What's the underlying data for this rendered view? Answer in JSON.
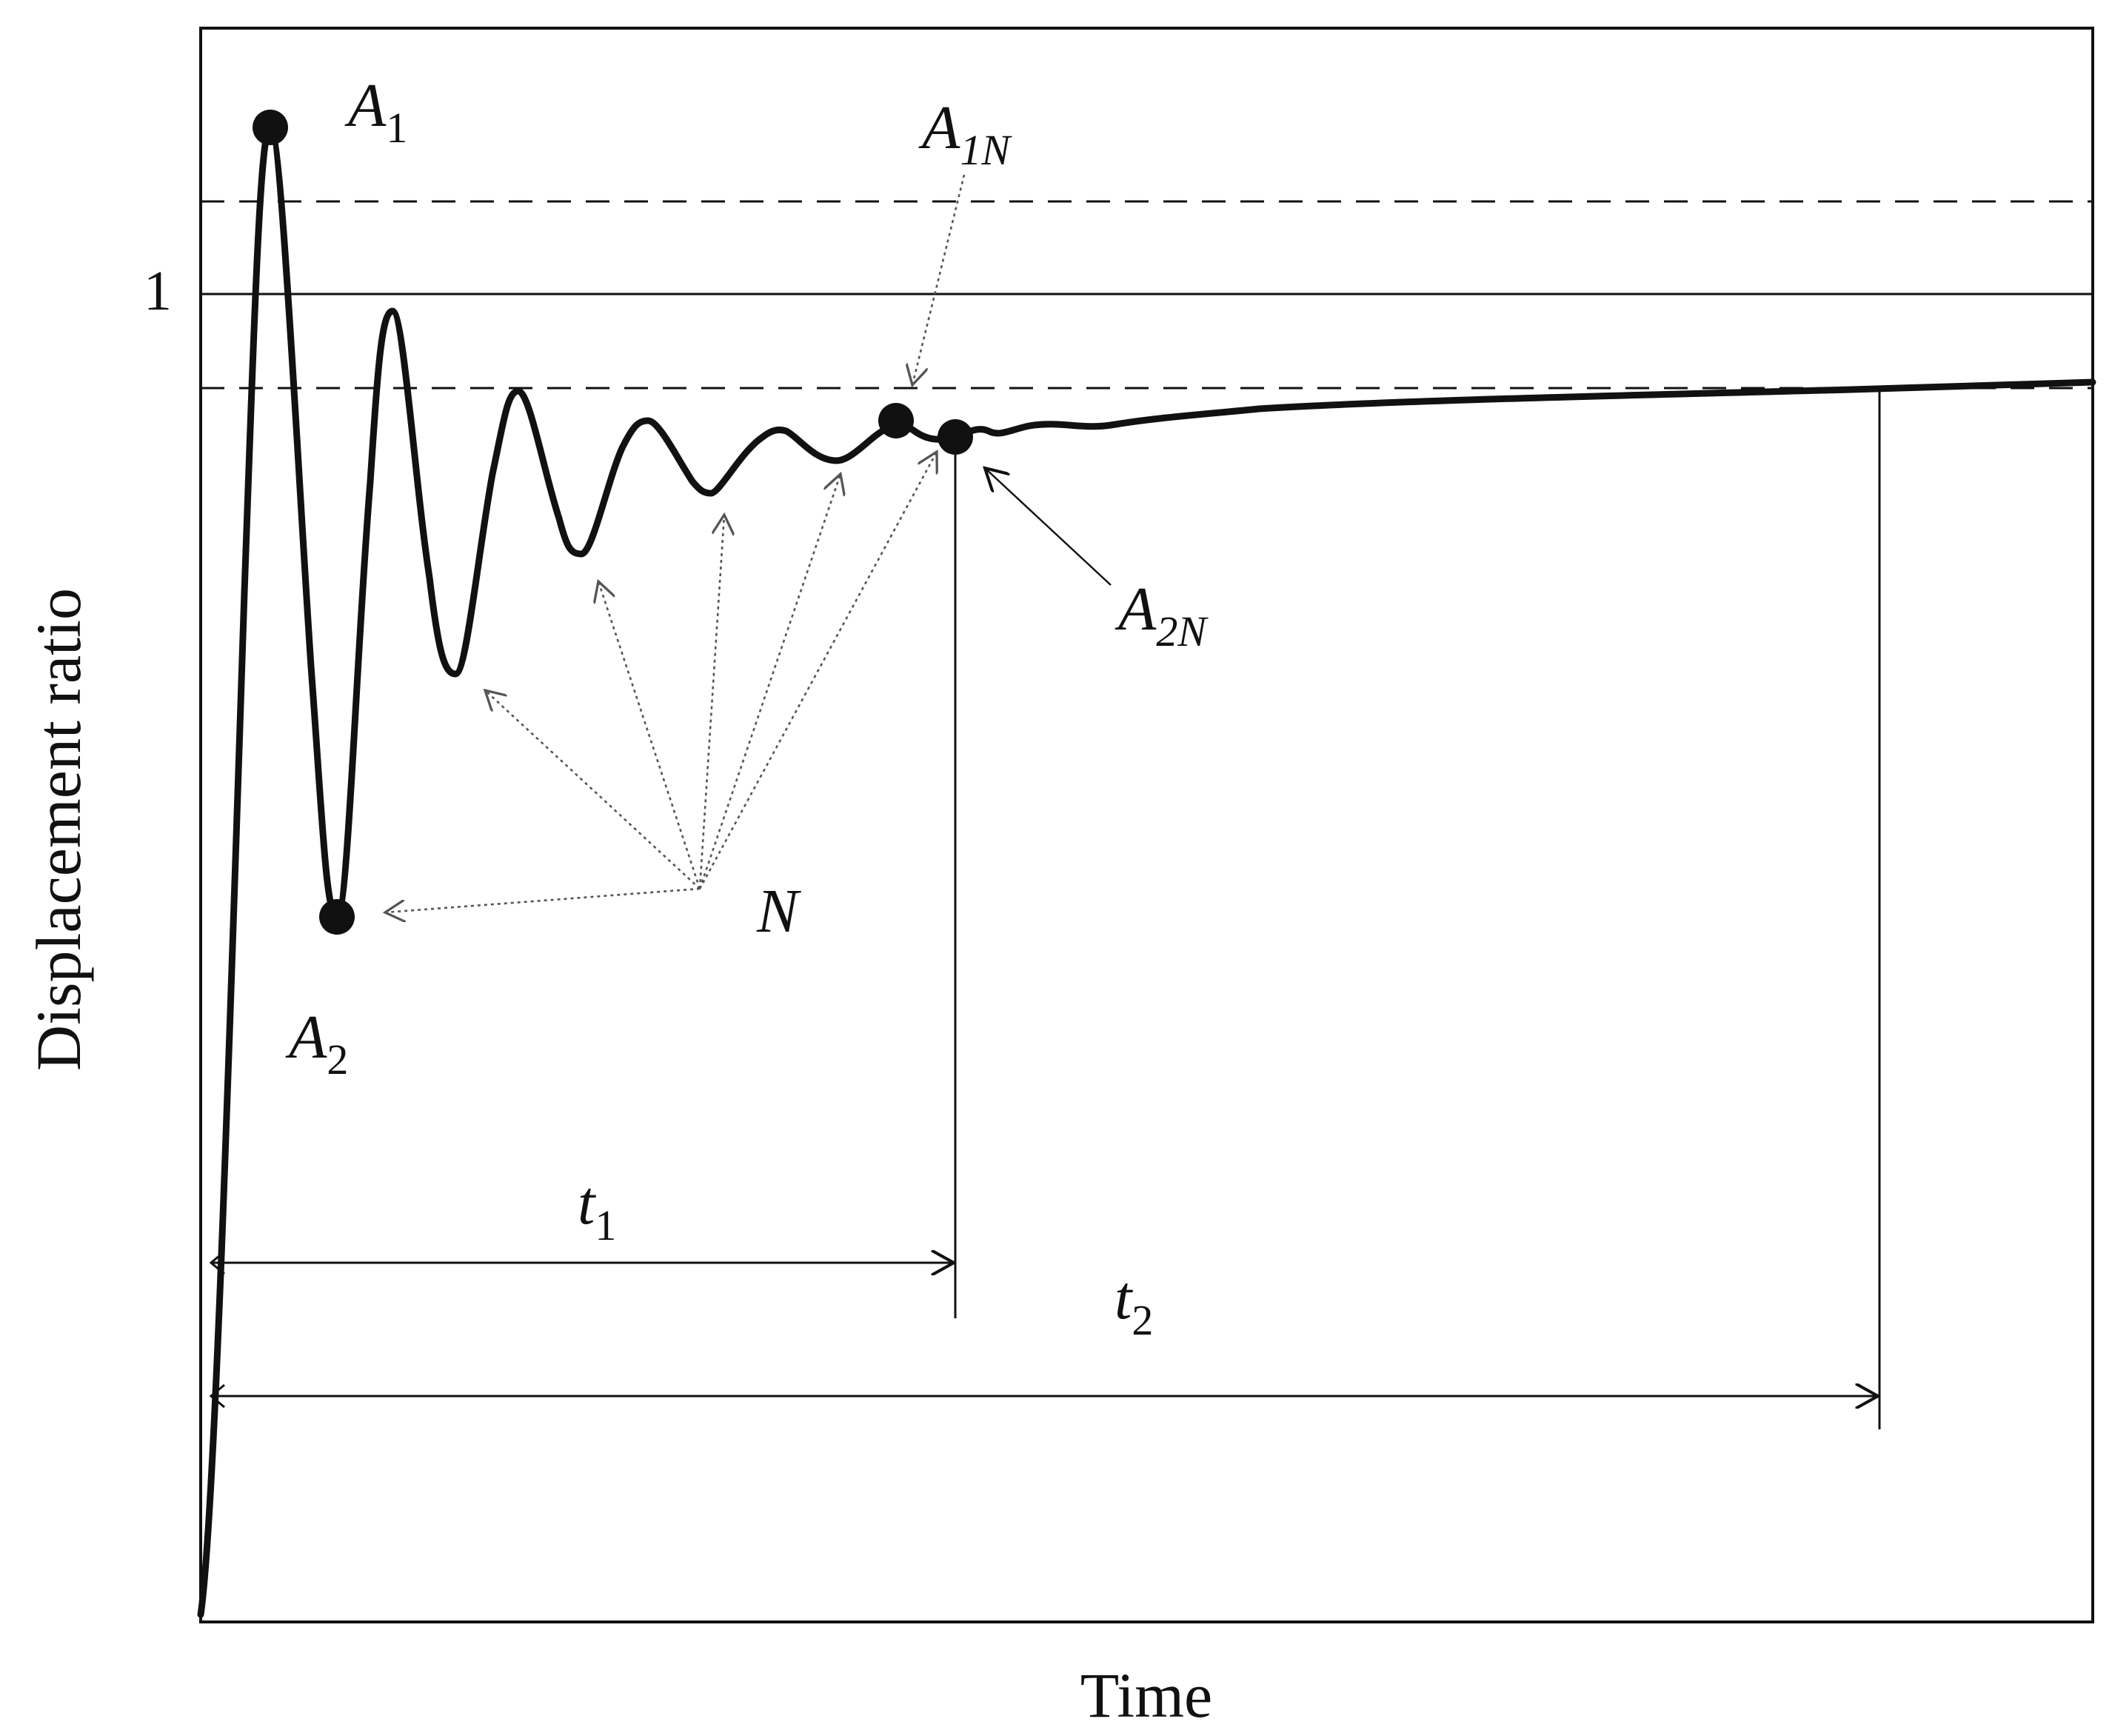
{
  "axes": {
    "x_label": "Time",
    "y_label": "Displacement ratio",
    "y_tick": "1"
  },
  "points": [
    {
      "id": "A1",
      "base": "A",
      "sub": "1"
    },
    {
      "id": "A2",
      "base": "A",
      "sub": "2"
    },
    {
      "id": "A1N",
      "base": "A",
      "sub": "1N"
    },
    {
      "id": "A2N",
      "base": "A",
      "sub": "2N"
    }
  ],
  "n_label": "N",
  "intervals": [
    {
      "id": "t1",
      "base": "t",
      "sub": "1"
    },
    {
      "id": "t2",
      "base": "t",
      "sub": "2"
    }
  ],
  "colors": {
    "ink": "#111111",
    "pointer": "#777777",
    "background": "#ffffff"
  }
}
